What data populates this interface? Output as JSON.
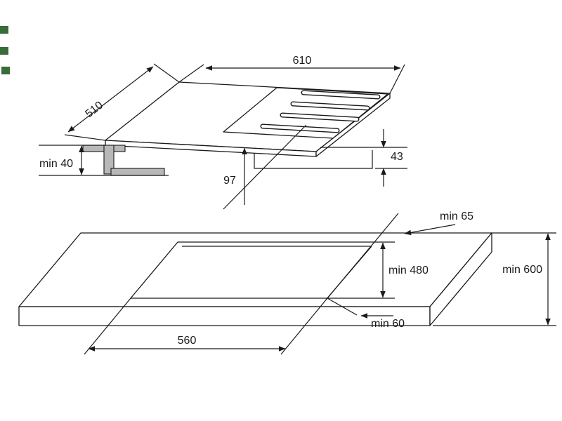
{
  "diagram": {
    "top_view": {
      "width_label": "610",
      "depth_label": "510",
      "mount_clearance_label": "min 40",
      "height_label": "43",
      "burner_offset_label": "97"
    },
    "bottom_view": {
      "cutout_width_label": "560",
      "cutout_depth_label": "min 480",
      "rear_gap_label": "min 65",
      "counter_depth_label": "min 600",
      "front_gap_label": "min 60"
    },
    "colors": {
      "line": "#1a1a1a",
      "profile_fill": "#b8b8b8",
      "edge_marks": "#3a6b3a"
    }
  }
}
